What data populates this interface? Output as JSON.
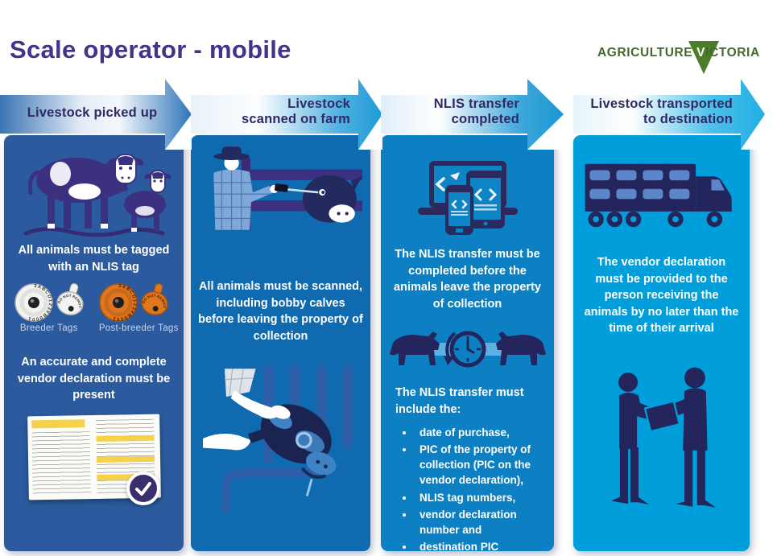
{
  "page_title": "Scale operator - mobile",
  "logo": {
    "name": "agriculture-victoria",
    "part1": "AGRICULTURE ",
    "v": "V",
    "part2": "ICTORIA",
    "text_color": "#44682d",
    "triangle_color": "#4c7d2b"
  },
  "colors": {
    "title": "#43338a",
    "arrow_label": "#2f2a66",
    "panel_text": "#ffffff"
  },
  "steps": [
    {
      "id": "livestock-picked-up",
      "header": "Livestock picked up",
      "header_lines": [
        "Livestock picked up"
      ],
      "panel_color": "#2b5b9e",
      "text_tagged": "All animals must be tagged with an NLIS tag",
      "tags": {
        "code": "3ABCD123XB0001",
        "small_tag_text": "DO NOT REMOVE",
        "breeder_label": "Breeder Tags",
        "post_breeder_label": "Post-breeder Tags"
      },
      "text_declaration": "An accurate and complete vendor declaration must be present"
    },
    {
      "id": "livestock-scanned-on-farm",
      "header": "Livestock scanned on farm",
      "header_lines": [
        "Livestock",
        "scanned on farm"
      ],
      "panel_color": "#0f6ab0",
      "text_scanned": "All animals must be scanned, including bobby calves before leaving the property of collection"
    },
    {
      "id": "nlis-transfer-completed",
      "header": "NLIS transfer completed",
      "header_lines": [
        "NLIS transfer",
        "completed"
      ],
      "panel_color": "#0c80c2",
      "text_transfer": "The NLIS transfer must be completed before the animals leave the property of collection",
      "text_include": "The NLIS transfer must include the:",
      "bullets": [
        "date of purchase,",
        "PIC of the property of collection (PIC on the vendor declaration),",
        "NLIS tag numbers,",
        "vendor declaration number and",
        "destination PIC"
      ]
    },
    {
      "id": "livestock-transported-to-destination",
      "header": "Livestock transported to destination",
      "header_lines": [
        "Livestock transported",
        "to destination"
      ],
      "panel_color": "#009fdb",
      "text_vendor": "The vendor declaration must be provided to the person receiving the animals by no later than the time of their arrival"
    }
  ]
}
